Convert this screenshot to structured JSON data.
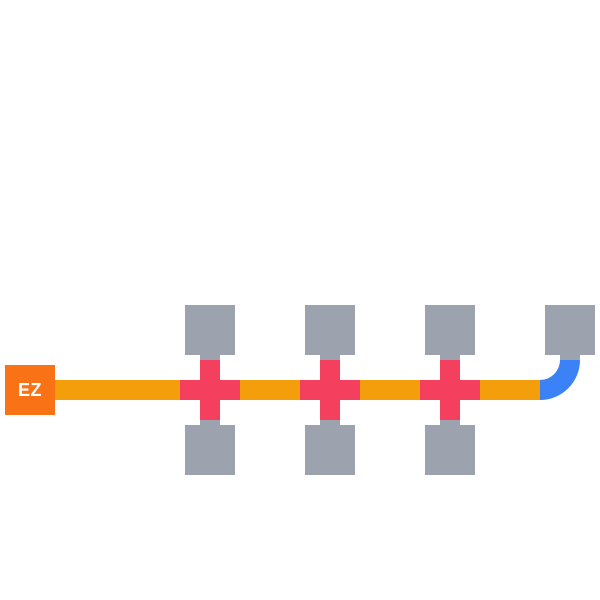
{
  "board": {
    "source_label": "EZ",
    "colors": {
      "source": "#f97316",
      "pipe": "#f59e0b",
      "junction": "#f43f5e",
      "terminal": "#9ca3af",
      "elbow": "#3b82f6",
      "background": "#ffffff"
    },
    "tiles": [
      {
        "type": "source",
        "label": "EZ"
      },
      {
        "type": "straight-pipe"
      },
      {
        "type": "straight-pipe"
      },
      {
        "type": "cross-junction"
      },
      {
        "type": "straight-pipe"
      },
      {
        "type": "cross-junction"
      },
      {
        "type": "straight-pipe"
      },
      {
        "type": "cross-junction"
      },
      {
        "type": "straight-pipe"
      },
      {
        "type": "elbow-pipe"
      }
    ],
    "terminals_count": 7
  }
}
